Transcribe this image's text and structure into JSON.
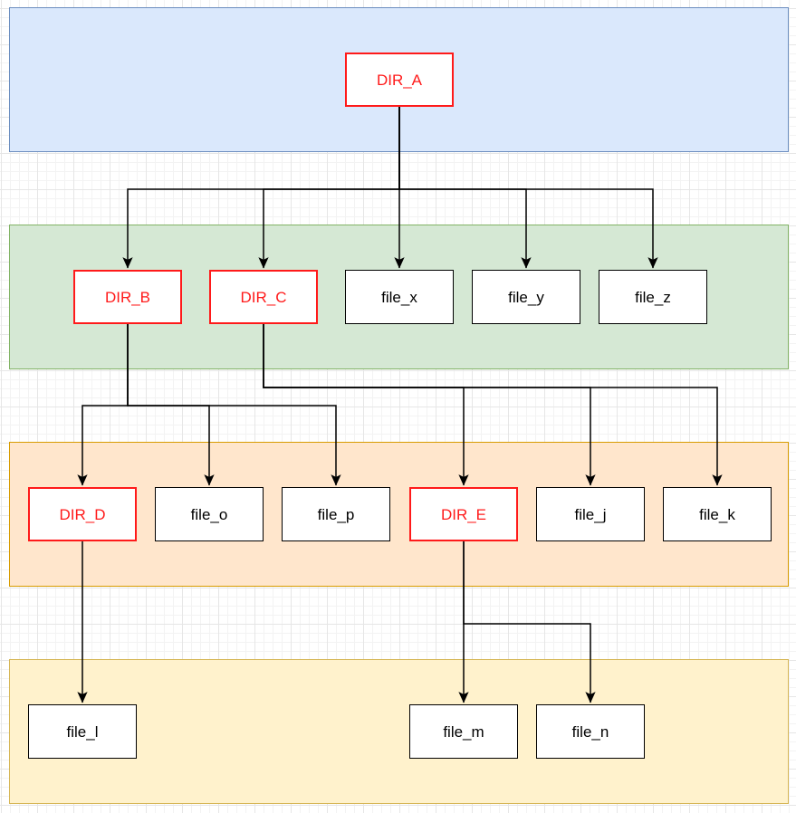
{
  "diagram": {
    "type": "directory-tree",
    "canvas": {
      "background": "#ffffff",
      "grid_minor_color": "#f3f3f3",
      "grid_major_color": "#e6e6e6",
      "connector_color": "#000000"
    },
    "node_styles": {
      "directory": {
        "fill_color": "#ffffff",
        "border_color": "#ff1a1a",
        "text_color": "#ff1a1a"
      },
      "file": {
        "fill_color": "#ffffff",
        "border_color": "#000000",
        "text_color": "#000000"
      }
    },
    "levels": [
      {
        "name": "level-1",
        "fill_color": "#dae8fc",
        "border_color": "#6c8ebf",
        "members": [
          "DIR_A"
        ]
      },
      {
        "name": "level-2",
        "fill_color": "#d5e8d4",
        "border_color": "#82b366",
        "members": [
          "DIR_B",
          "DIR_C",
          "file_x",
          "file_y",
          "file_z"
        ]
      },
      {
        "name": "level-3",
        "fill_color": "#ffe6cc",
        "border_color": "#d79b00",
        "members": [
          "DIR_D",
          "file_o",
          "file_p",
          "DIR_E",
          "file_j",
          "file_k"
        ]
      },
      {
        "name": "level-4",
        "fill_color": "#fff2cc",
        "border_color": "#d6b656",
        "members": [
          "file_l",
          "file_m",
          "file_n"
        ]
      }
    ],
    "nodes": {
      "DIR_A": {
        "label": "DIR_A",
        "kind": "directory"
      },
      "DIR_B": {
        "label": "DIR_B",
        "kind": "directory"
      },
      "DIR_C": {
        "label": "DIR_C",
        "kind": "directory"
      },
      "file_x": {
        "label": "file_x",
        "kind": "file"
      },
      "file_y": {
        "label": "file_y",
        "kind": "file"
      },
      "file_z": {
        "label": "file_z",
        "kind": "file"
      },
      "DIR_D": {
        "label": "DIR_D",
        "kind": "directory"
      },
      "file_o": {
        "label": "file_o",
        "kind": "file"
      },
      "file_p": {
        "label": "file_p",
        "kind": "file"
      },
      "DIR_E": {
        "label": "DIR_E",
        "kind": "directory"
      },
      "file_j": {
        "label": "file_j",
        "kind": "file"
      },
      "file_k": {
        "label": "file_k",
        "kind": "file"
      },
      "file_l": {
        "label": "file_l",
        "kind": "file"
      },
      "file_m": {
        "label": "file_m",
        "kind": "file"
      },
      "file_n": {
        "label": "file_n",
        "kind": "file"
      }
    },
    "edges": [
      {
        "from": "DIR_A",
        "to": "DIR_B"
      },
      {
        "from": "DIR_A",
        "to": "DIR_C"
      },
      {
        "from": "DIR_A",
        "to": "file_x"
      },
      {
        "from": "DIR_A",
        "to": "file_y"
      },
      {
        "from": "DIR_A",
        "to": "file_z"
      },
      {
        "from": "DIR_B",
        "to": "DIR_D"
      },
      {
        "from": "DIR_B",
        "to": "file_o"
      },
      {
        "from": "DIR_B",
        "to": "file_p"
      },
      {
        "from": "DIR_C",
        "to": "DIR_E"
      },
      {
        "from": "DIR_C",
        "to": "file_j"
      },
      {
        "from": "DIR_C",
        "to": "file_k"
      },
      {
        "from": "DIR_D",
        "to": "file_l"
      },
      {
        "from": "DIR_E",
        "to": "file_m"
      },
      {
        "from": "DIR_E",
        "to": "file_n"
      }
    ]
  }
}
